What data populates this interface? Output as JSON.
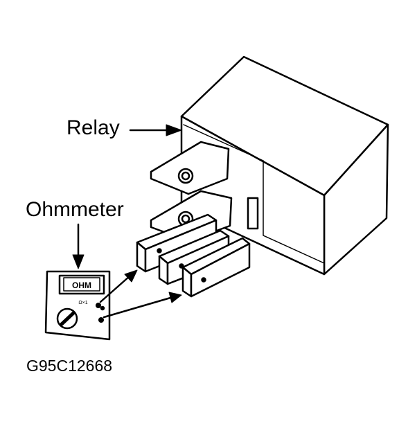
{
  "labels": {
    "relay": "Relay",
    "ohmmeter": "Ohmmeter",
    "figure_id": "G95C12668"
  },
  "ohmmeter": {
    "display": "OHM",
    "range": "Ω×1"
  },
  "colors": {
    "ink": "#000000",
    "relay_body": "#ffffff",
    "meter_body": "#ffffff"
  }
}
